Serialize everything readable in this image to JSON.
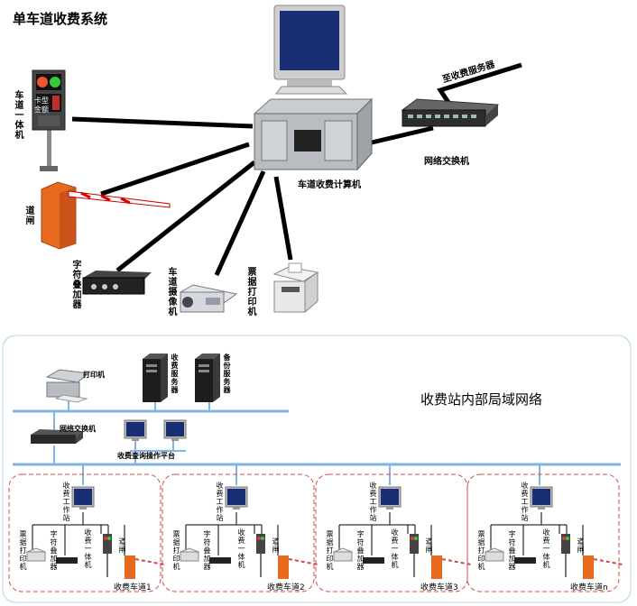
{
  "title": "单车道收费系统",
  "top": {
    "lane_computer": "车道收费计算机",
    "network_switch": "网络交换机",
    "top_server": "至收费服务器",
    "lane_terminal": "车道一体机",
    "barrier": "道闸",
    "char_overlay": "字符叠加器",
    "lane_camera": "车道摄像机",
    "receipt_printer": "票据打印机",
    "sign_text_1": "卡型",
    "sign_text_2": "金额"
  },
  "lan": {
    "title": "收费站内部局域网络",
    "printer": "打印机",
    "toll_server": "收费服务器",
    "backup_server": "备份服务器",
    "switch": "网络交换机",
    "query_platform": "收费查询操作平台",
    "lanes": [
      {
        "label": "收费车道1",
        "workstation": "收费工作站",
        "receipt": "票据打印机",
        "overlay": "字符叠加器",
        "terminal": "收费一体机",
        "barrier": "道闸"
      },
      {
        "label": "收费车道2",
        "workstation": "收费工作站",
        "receipt": "票据打印机",
        "overlay": "字符叠加器",
        "terminal": "收费一体机",
        "barrier": "道闸"
      },
      {
        "label": "收费车道3",
        "workstation": "收费工作站",
        "receipt": "票据打印机",
        "overlay": "字符叠加器",
        "terminal": "收费一体机",
        "barrier": "道闸"
      },
      {
        "label": "收费车道n",
        "workstation": "收费工作站",
        "receipt": "票据打印机",
        "overlay": "字符叠加器",
        "terminal": "收费一体机",
        "barrier": "道闸"
      }
    ]
  },
  "colors": {
    "bus": "#7fb4e6",
    "lane_border": "#d24a4a",
    "barrier": "#e86a1f",
    "panel_border": "#b5d6e6"
  }
}
